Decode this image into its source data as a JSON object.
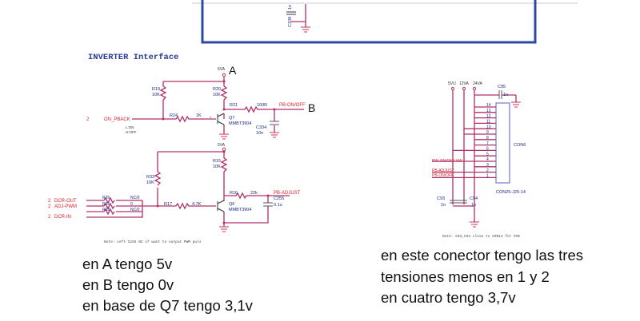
{
  "top_block": {
    "cap_label": "C108",
    "cap_value": "1n"
  },
  "inverter": {
    "title": "INVERTER Interface",
    "supply_1": "5VA",
    "point_a": "A",
    "point_b": "B",
    "r19": "R19",
    "r19_val": "10K",
    "r20": "R20",
    "r20_val": "10K",
    "r21": "R21",
    "r21_val": "100R",
    "pb_onoff": "PB-ON/OFF",
    "c334": "C334",
    "c334_val": "10n",
    "pin_2a": "2",
    "on_pback": "ON_PBACK",
    "l_on": "L:ON",
    "h_off": "H:OFF",
    "r24": "R24",
    "r24_val": "1K",
    "base_pin": "1",
    "q7": "Q7",
    "q7_part": "MMBT3904",
    "supply_2": "5VA",
    "r15": "R15",
    "r15_val": "10K",
    "r33": "R33",
    "r33_val": "10K",
    "nets": [
      {
        "pin": "2",
        "name": "DCR-OUT"
      },
      {
        "pin": "2",
        "name": "ADJ-PWM"
      },
      {
        "pin": "2",
        "name": "DCR-IN"
      }
    ],
    "r26": "R26",
    "r26_val": "NC/0",
    "r25": "R25",
    "r25_val": "0",
    "r28": "R28",
    "r28_val": "NC/0",
    "r17": "R17",
    "r17_val": "4.7K",
    "q6": "Q6",
    "q6_part": "MMBT3904",
    "r16": "R16",
    "r16_val": "22k",
    "pb_adjust": "PB-ADJUST",
    "c255": "C255",
    "c255_val": "0.1u",
    "note": "Note: Left C255 NC if want to output PWM puls"
  },
  "connector": {
    "supplies": [
      "5VU",
      "12VA",
      "24VA"
    ],
    "c95": "C95",
    "c95_val": "1n",
    "pins": [
      "14",
      "13",
      "12",
      "11",
      "10",
      "9",
      "8",
      "7",
      "6",
      "5",
      "4",
      "3",
      "2",
      "1"
    ],
    "name": "CON6",
    "part": "CON25-J25-14",
    "net_4": "PW-ON/OFF-6W",
    "net_2": "PB-ADJUST",
    "net_1": "PB-ON/OFF",
    "c93": "C93",
    "c93_val": "1n",
    "c94": "C94",
    "c94_val": "1n",
    "note": "Note: C93,C94 close to CON14 for EMI"
  },
  "comments": {
    "left": [
      "en A tengo 5v",
      "en B tengo 0v",
      "en base de Q7 tengo 3,1v"
    ],
    "right": [
      "en este conector tengo las tres",
      "tensiones menos en 1 y 2",
      "en cuatro tengo 3,7v"
    ]
  }
}
